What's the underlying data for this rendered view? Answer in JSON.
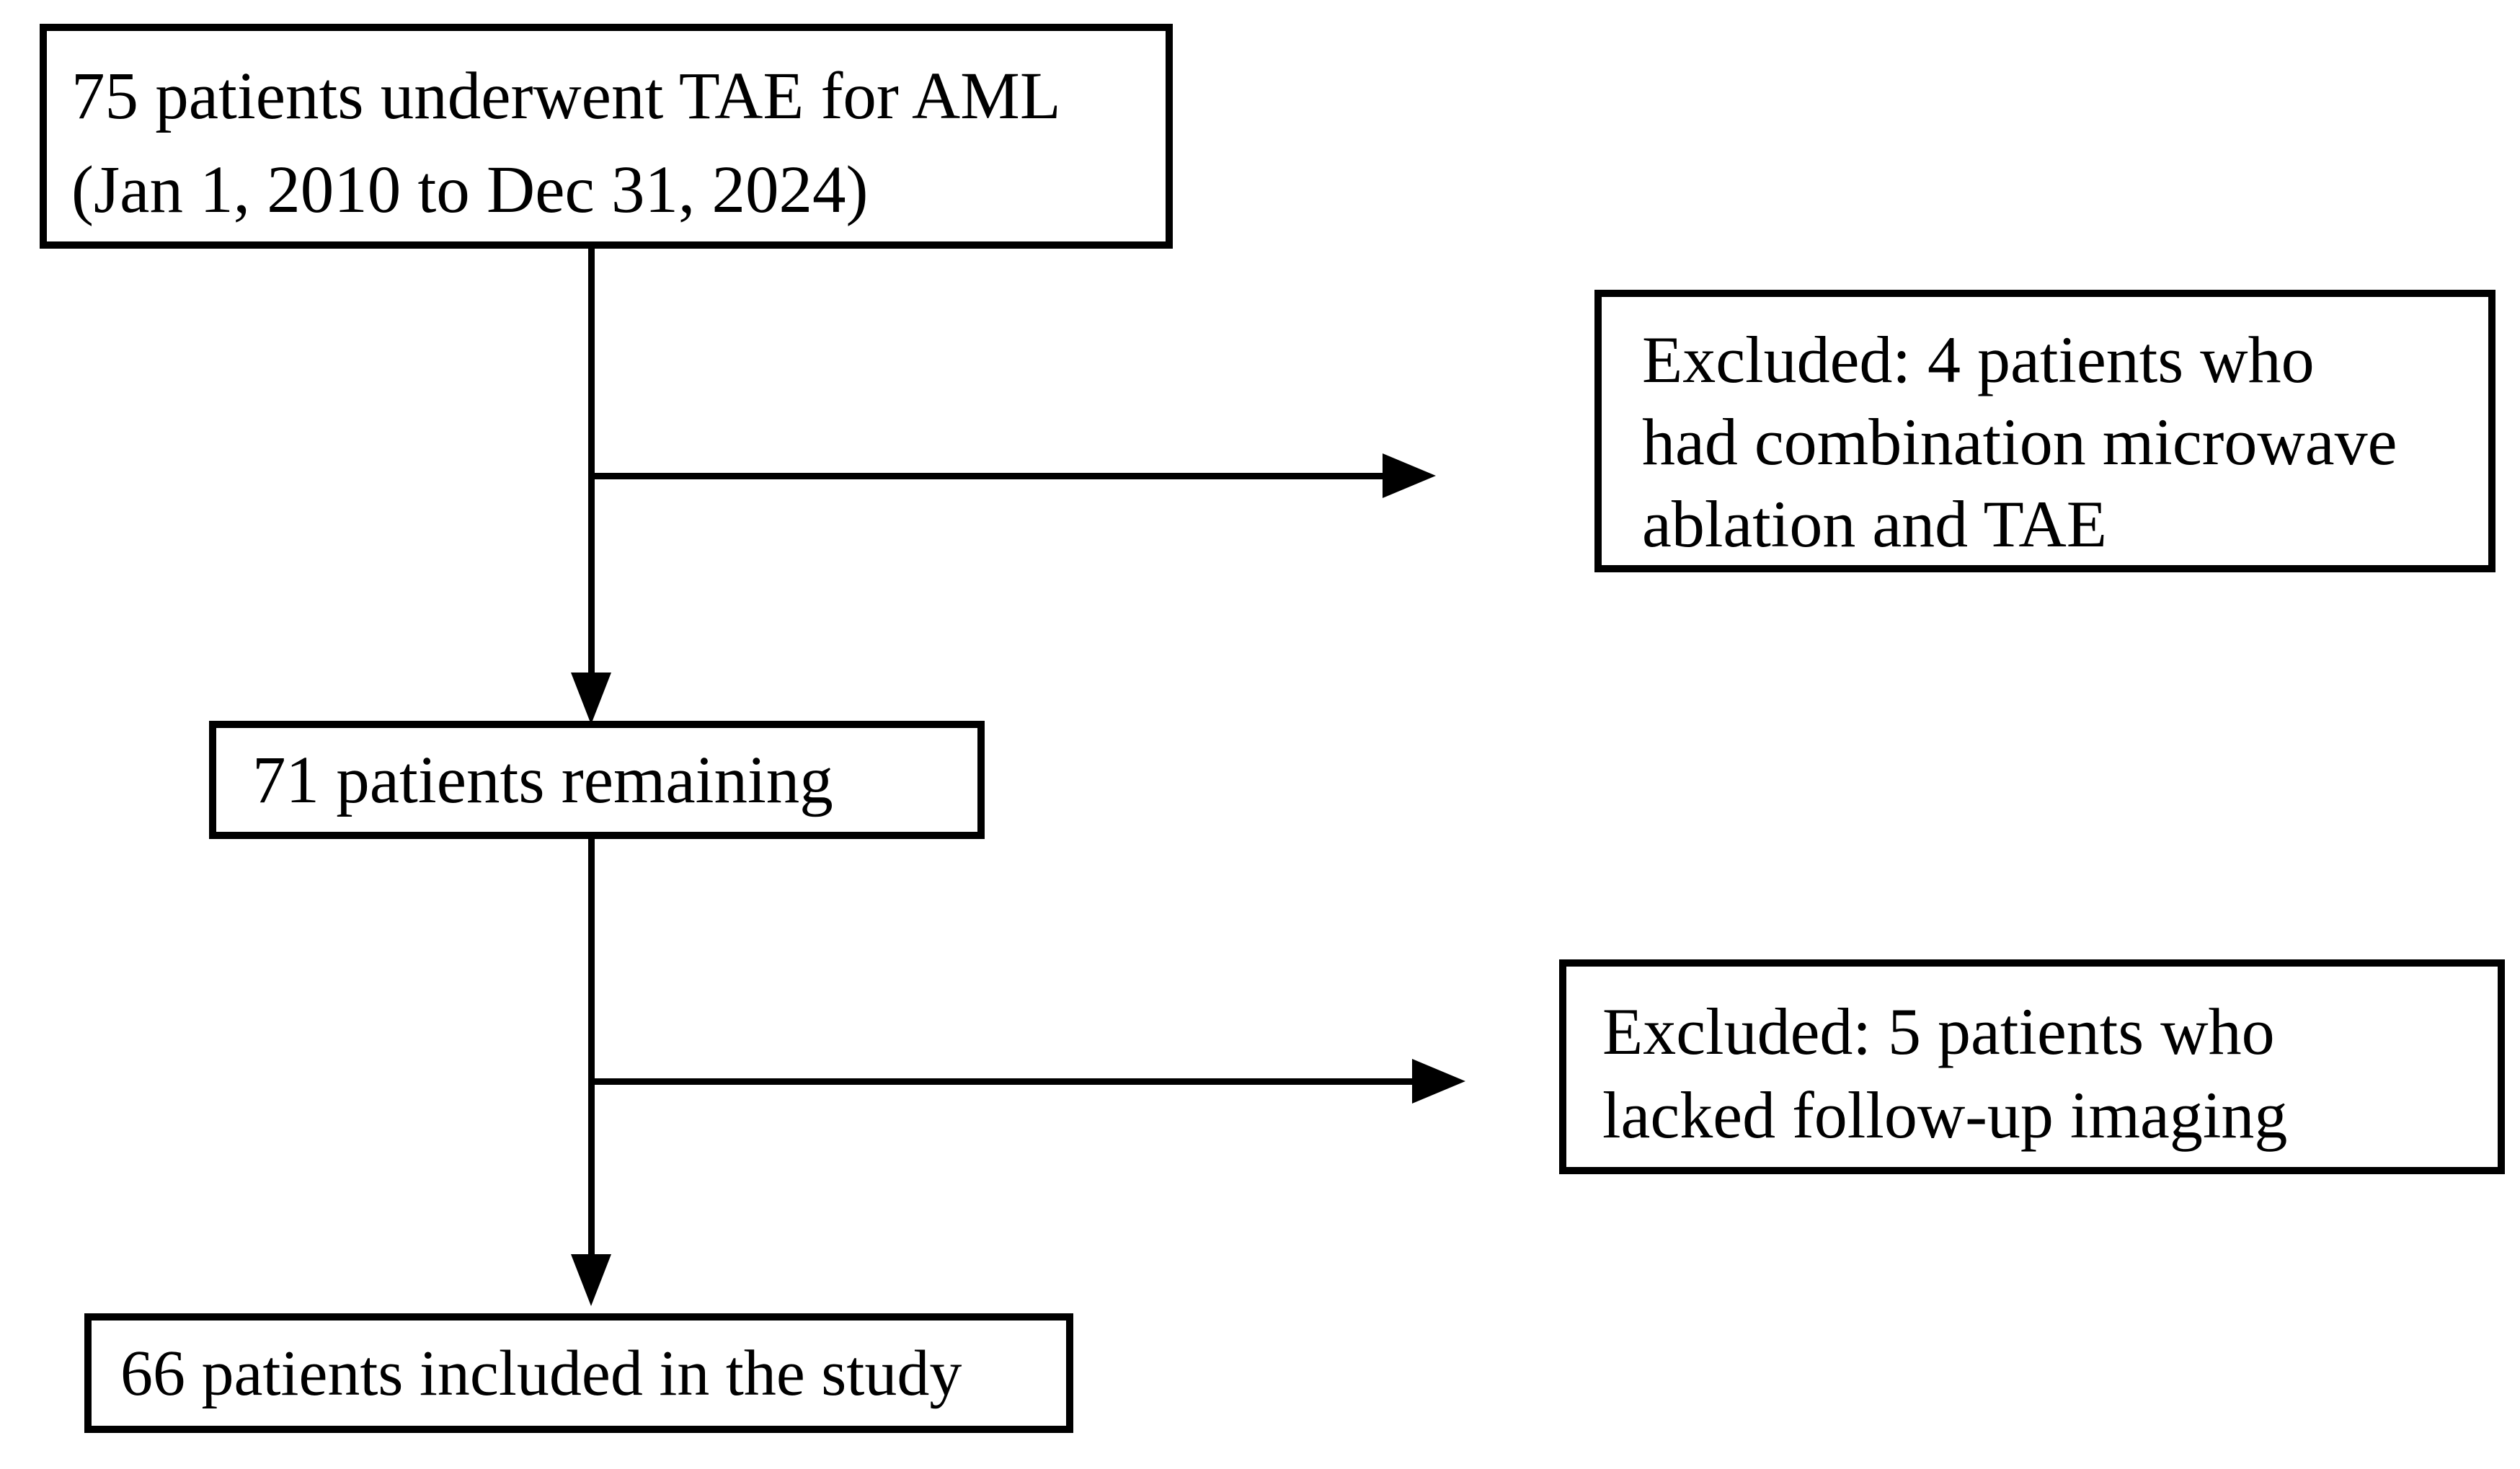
{
  "diagram": {
    "type": "patient-flowchart",
    "colors": {
      "stroke": "#000000",
      "text": "#000000",
      "background": "#ffffff"
    },
    "nodes": {
      "initial": {
        "lines": [
          "75 patients underwent TAE for AML",
          "(Jan 1, 2010 to Dec 31, 2024)"
        ]
      },
      "excluded_mwa": {
        "lines": [
          "Excluded: 4 patients who",
          "had combination microwave",
          "ablation and TAE"
        ]
      },
      "remaining": {
        "lines": [
          "71 patients remaining"
        ]
      },
      "excluded_imaging": {
        "lines": [
          "Excluded: 5 patients who",
          "lacked follow-up imaging"
        ]
      },
      "included": {
        "lines": [
          "66 patients included in the study"
        ]
      }
    },
    "edges": [
      {
        "from": "initial",
        "to": "remaining",
        "style": "arrow-down"
      },
      {
        "from": "initial",
        "to": "excluded_mwa",
        "style": "arrow-right-branch"
      },
      {
        "from": "remaining",
        "to": "included",
        "style": "arrow-down"
      },
      {
        "from": "remaining",
        "to": "excluded_imaging",
        "style": "arrow-right-branch"
      }
    ]
  }
}
